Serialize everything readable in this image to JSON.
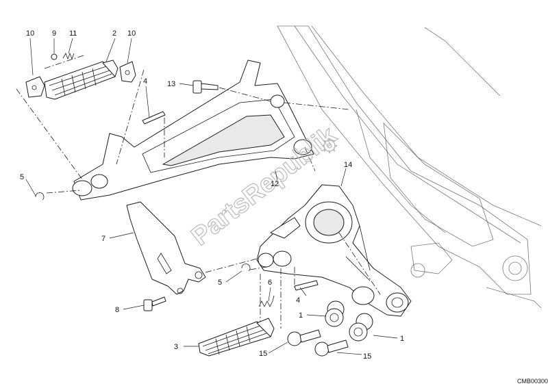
{
  "watermark": "PartsRepublik",
  "drawing_code": "CMB00300",
  "callouts": {
    "c10a": "10",
    "c9": "9",
    "c11": "11",
    "c2": "2",
    "c10b": "10",
    "c13": "13",
    "c4a": "4",
    "c5a": "5",
    "c12": "12",
    "c14": "14",
    "c7": "7",
    "c5b": "5",
    "c6": "6",
    "c4b": "4",
    "c8": "8",
    "c1a": "1",
    "c1b": "1",
    "c3": "3",
    "c15a": "15",
    "c15b": "15"
  },
  "colors": {
    "line": "#1a1a1a",
    "watermark": "#b9b9b9",
    "background": "#ffffff"
  }
}
